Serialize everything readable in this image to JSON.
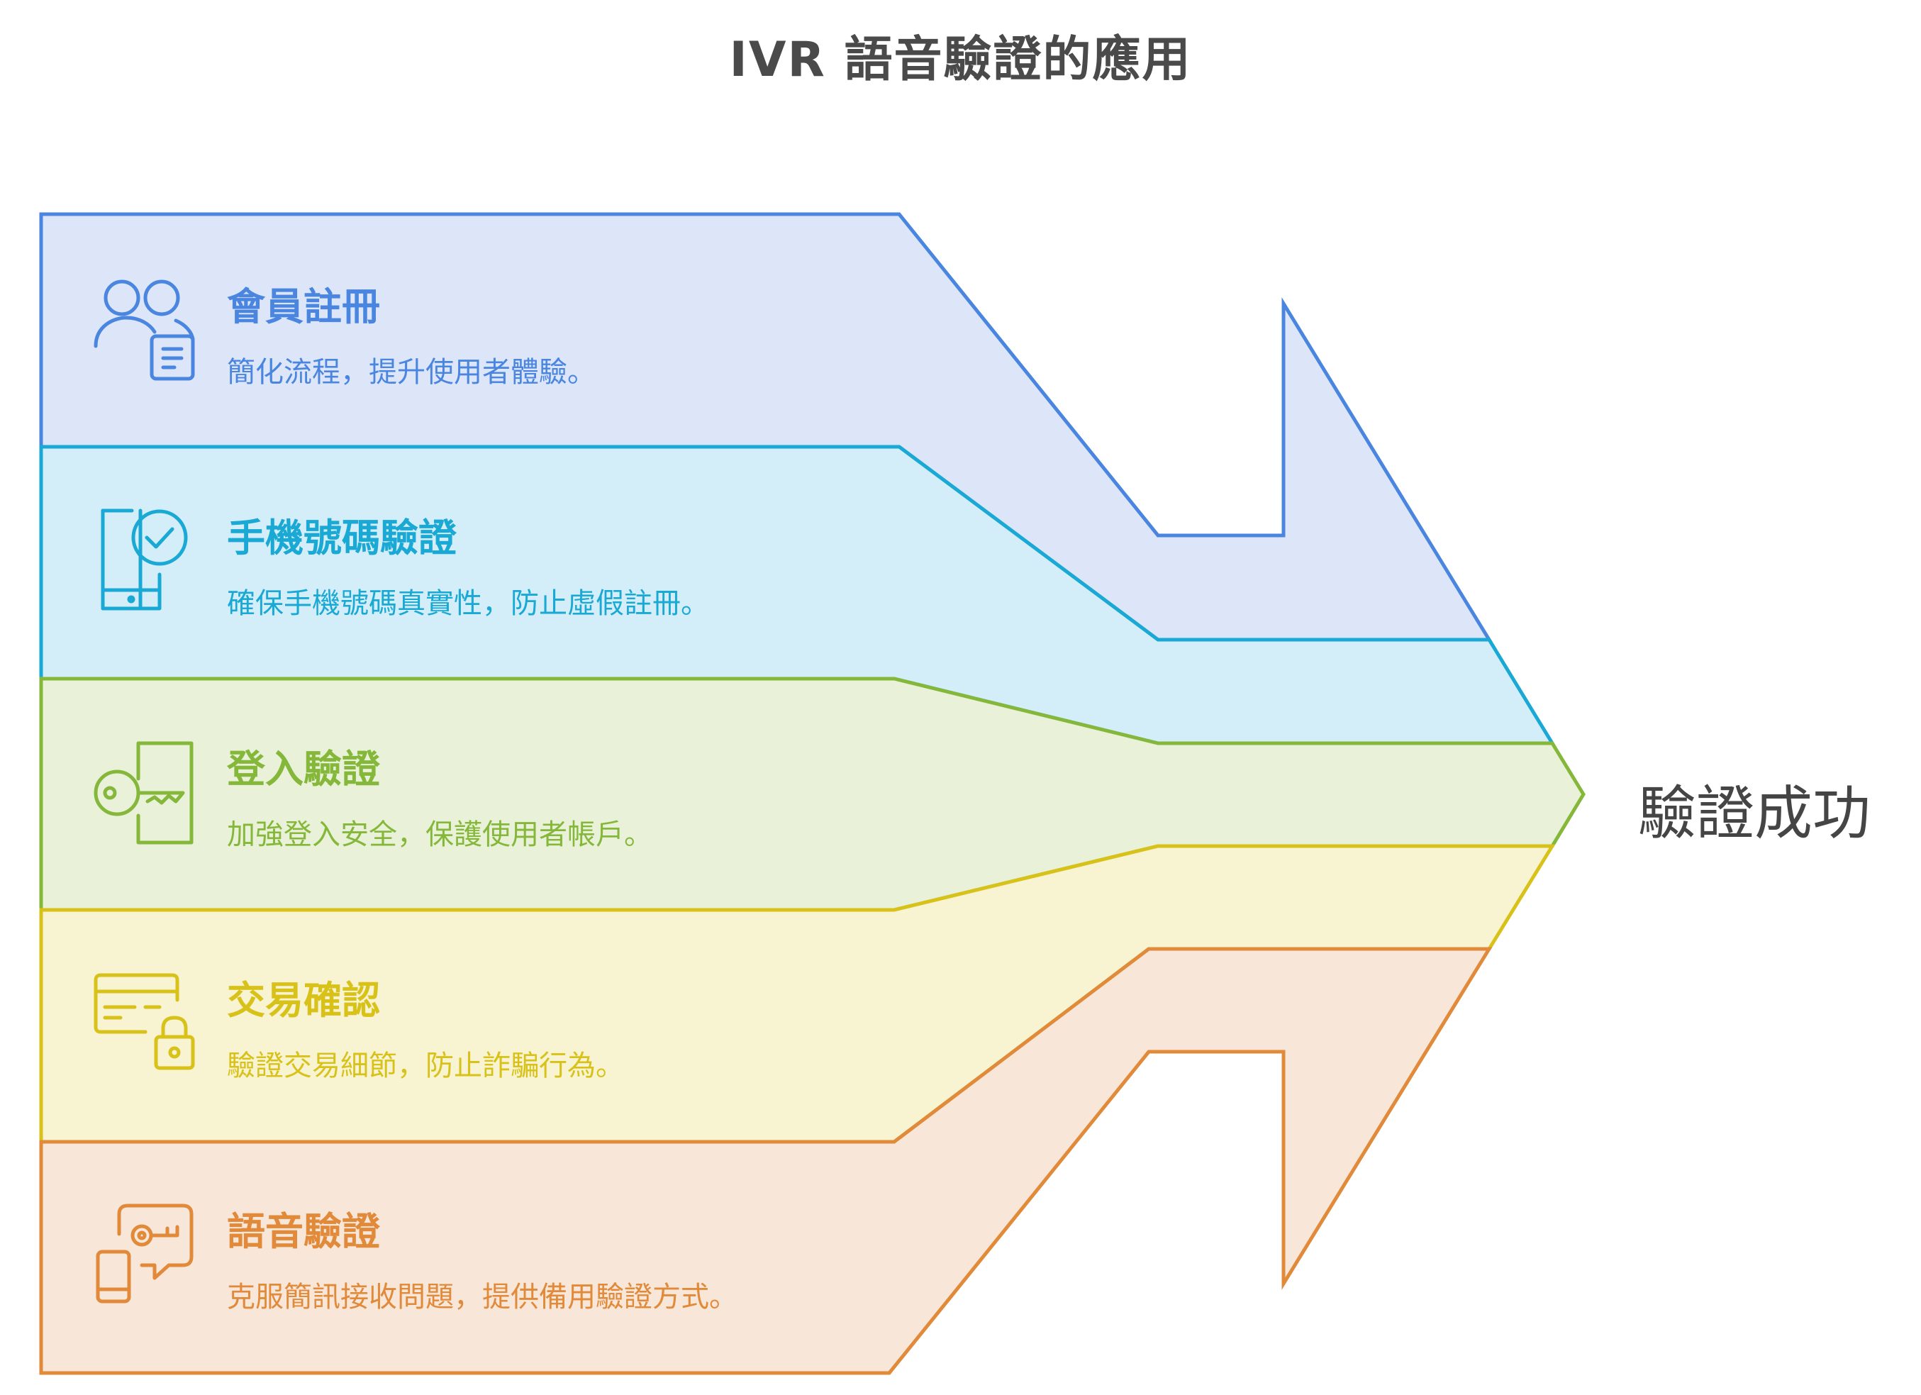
{
  "title": "IVR 語音驗證的應用",
  "result_label": "驗證成功",
  "items": [
    {
      "title": "會員註冊",
      "desc": "簡化流程，提升使用者體驗。",
      "icon": "users-document-icon",
      "color": "#4a86e0",
      "fill": "#dde6f8"
    },
    {
      "title": "手機號碼驗證",
      "desc": "確保手機號碼真實性，防止虛假註冊。",
      "icon": "phone-check-icon",
      "color": "#1aa8d4",
      "fill": "#d3eef8"
    },
    {
      "title": "登入驗證",
      "desc": "加強登入安全，保護使用者帳戶。",
      "icon": "key-door-icon",
      "color": "#85b83a",
      "fill": "#e9f2d8"
    },
    {
      "title": "交易確認",
      "desc": "驗證交易細節，防止詐騙行為。",
      "icon": "card-lock-icon",
      "color": "#d8c21a",
      "fill": "#f8f4d2"
    },
    {
      "title": "語音驗證",
      "desc": "克服簡訊接收問題，提供備用驗證方式。",
      "icon": "phone-voice-key-icon",
      "color": "#e08a3a",
      "fill": "#f8e6d8"
    }
  ]
}
